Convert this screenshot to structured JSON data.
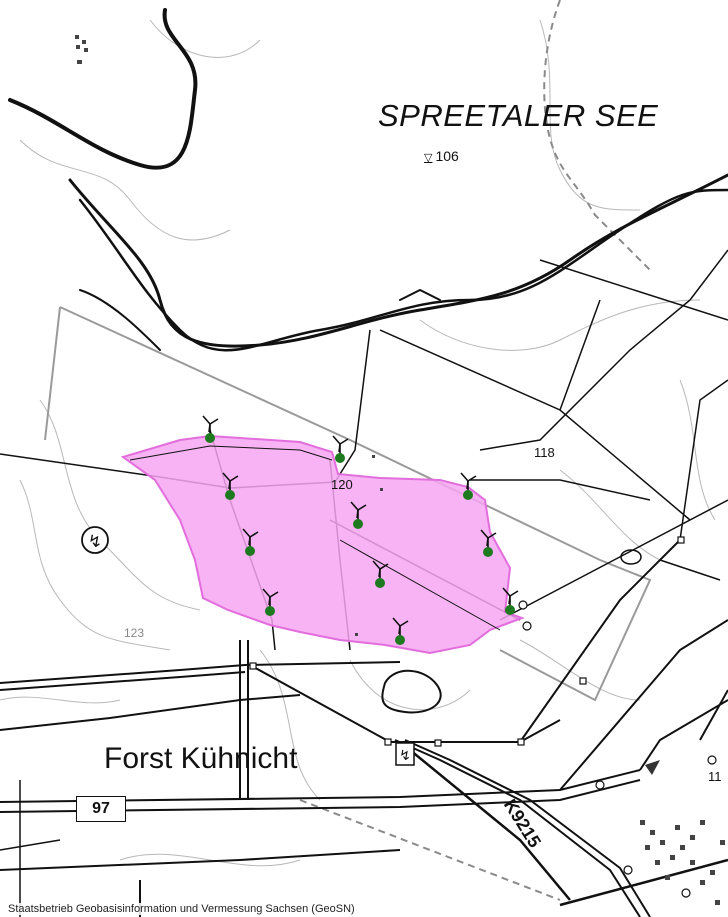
{
  "map": {
    "lake_name": "SPREETALER SEE",
    "lake_level_marker": "▽",
    "lake_level": "106",
    "forest_name": "Forst Kühnicht",
    "elevations": {
      "e118": "118",
      "e120": "120",
      "e123": "123",
      "e11": "11"
    },
    "road_shield": "97",
    "road_label": "K9215",
    "power_symbol": "↯",
    "attribution": "Staatsbetrieb Geobasisinformation und Vermessung Sachsen (GeoSN)"
  },
  "turbines": [
    {
      "id": 1
    },
    {
      "id": 2
    },
    {
      "id": 3
    },
    {
      "id": 4
    },
    {
      "id": 5
    },
    {
      "id": 6
    },
    {
      "id": 7
    },
    {
      "id": 8
    },
    {
      "id": 9
    },
    {
      "id": 10
    },
    {
      "id": 11
    },
    {
      "id": 12
    }
  ],
  "colors": {
    "highlight_fill": "#f6a6f2",
    "highlight_stroke": "#e26ddc",
    "turbine_marker": "#1e7a1e",
    "boundary_grey": "#9a9a9a"
  }
}
